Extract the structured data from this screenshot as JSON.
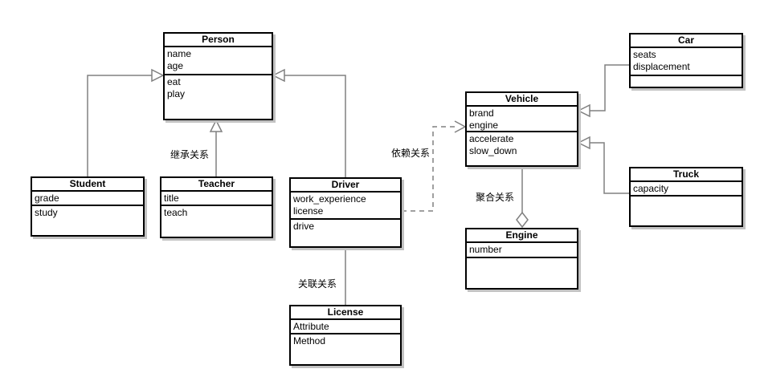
{
  "diagram": {
    "type": "uml-class-diagram",
    "classes": {
      "person": {
        "name": "Person",
        "attributes": [
          "name",
          "age"
        ],
        "methods": [
          "eat",
          "play"
        ]
      },
      "student": {
        "name": "Student",
        "attributes": [
          "grade"
        ],
        "methods": [
          "study"
        ]
      },
      "teacher": {
        "name": "Teacher",
        "attributes": [
          "title"
        ],
        "methods": [
          "teach"
        ]
      },
      "driver": {
        "name": "Driver",
        "attributes": [
          "work_experience",
          "license"
        ],
        "methods": [
          "drive"
        ]
      },
      "license": {
        "name": "License",
        "attributes": [
          "Attribute"
        ],
        "methods": [
          "Method"
        ]
      },
      "vehicle": {
        "name": "Vehicle",
        "attributes": [
          "brand",
          "engine"
        ],
        "methods": [
          "accelerate",
          "slow_down"
        ]
      },
      "engine": {
        "name": "Engine",
        "attributes": [
          "number"
        ],
        "methods": []
      },
      "car": {
        "name": "Car",
        "attributes": [
          "seats",
          "displacement"
        ],
        "methods": []
      },
      "truck": {
        "name": "Truck",
        "attributes": [
          "capacity"
        ],
        "methods": []
      }
    },
    "labels": {
      "inheritance": "继承关系",
      "association": "关联关系",
      "dependency": "依赖关系",
      "aggregation": "聚合关系"
    },
    "relationships": [
      {
        "from": "Student",
        "to": "Person",
        "kind": "inheritance"
      },
      {
        "from": "Teacher",
        "to": "Person",
        "kind": "inheritance"
      },
      {
        "from": "Driver",
        "to": "Person",
        "kind": "inheritance"
      },
      {
        "from": "Driver",
        "to": "License",
        "kind": "association"
      },
      {
        "from": "Driver",
        "to": "Vehicle",
        "kind": "dependency"
      },
      {
        "from": "Vehicle",
        "to": "Engine",
        "kind": "aggregation"
      },
      {
        "from": "Car",
        "to": "Vehicle",
        "kind": "inheritance"
      },
      {
        "from": "Truck",
        "to": "Vehicle",
        "kind": "inheritance"
      }
    ],
    "colors": {
      "background": "#ffffff",
      "line": "#808080",
      "border": "#000000",
      "shadow": "#c2c2c2",
      "text": "#000000"
    }
  }
}
